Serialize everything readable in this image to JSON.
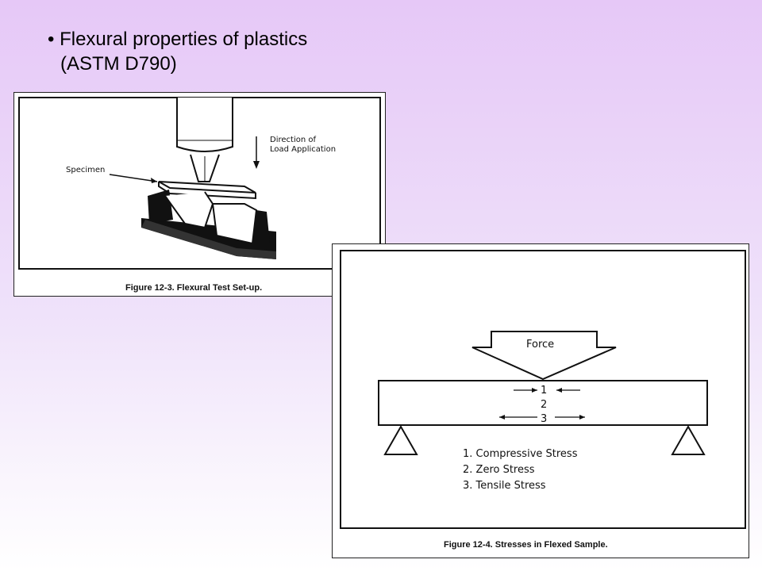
{
  "slide": {
    "title_line1": "• Flexural properties of plastics",
    "title_line2": "(ASTM D790)"
  },
  "figure1": {
    "caption": "Figure 12-3.  Flexural Test Set-up.",
    "specimen_label": "Specimen",
    "direction_line1": "Direction of",
    "direction_line2": "Load Application"
  },
  "figure2": {
    "caption": "Figure 12-4.  Stresses in Flexed Sample.",
    "force_label": "Force",
    "marker1": "1",
    "marker2": "2",
    "marker3": "3",
    "legend": [
      "1. Compressive Stress",
      "2. Zero Stress",
      "3. Tensile Stress"
    ]
  },
  "colors": {
    "background_top": "#e6c8f7",
    "background_bottom": "#ffffff",
    "ink": "#111111"
  }
}
